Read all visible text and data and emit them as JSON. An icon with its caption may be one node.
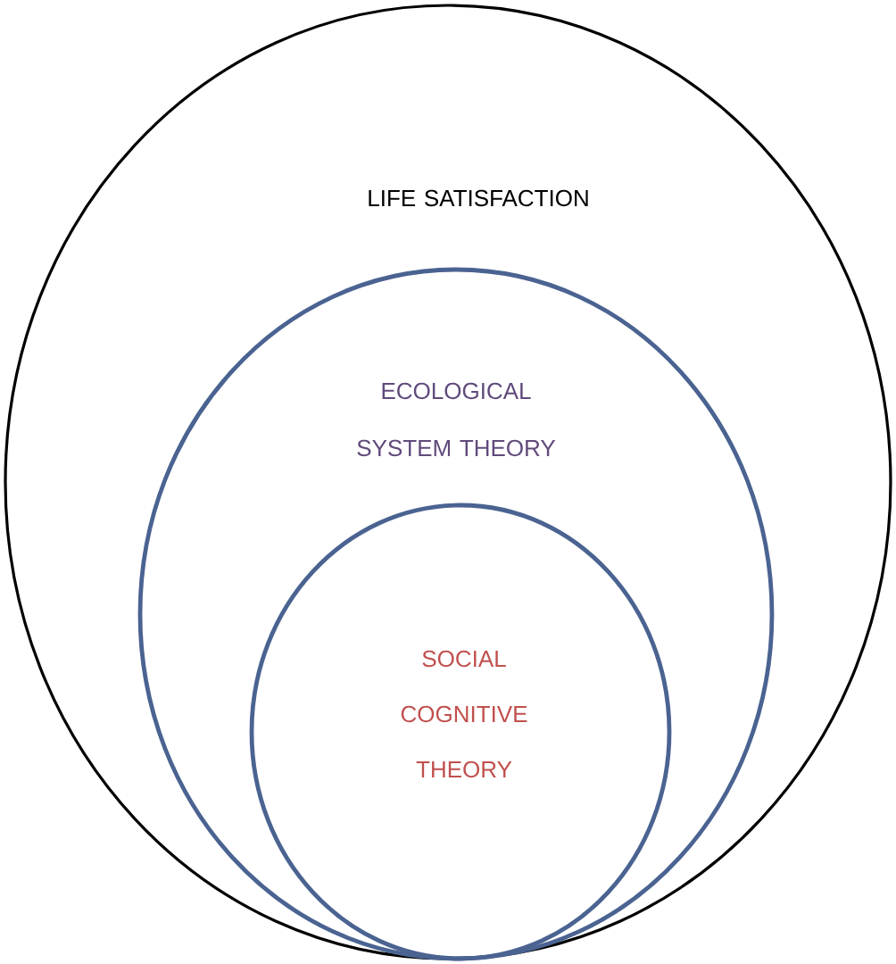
{
  "diagram": {
    "nodes": [
      {
        "text": [
          "LIFE SATISFACTION"
        ]
      },
      {
        "text": [
          "ECOLOGICAL SYSTEM THEORY"
        ],
        "in": 0
      },
      {
        "text": [
          "SOCIAL COGNITIVE THEORY"
        ],
        "in": 1
      }
    ]
  }
}
